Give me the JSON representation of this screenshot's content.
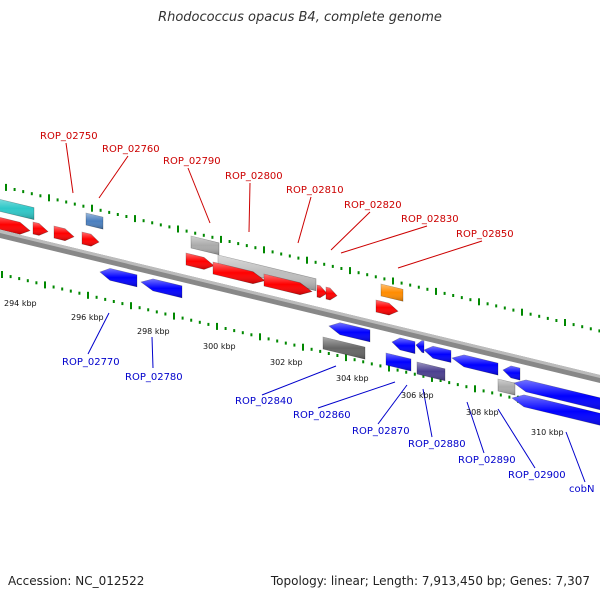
{
  "title": "Rhodococcus opacus B4, complete genome",
  "footer": {
    "accession": "Accession: NC_012522",
    "summary": "Topology: linear; Length: 7,913,450 bp; Genes: 7,307"
  },
  "colors": {
    "forward_label": "#cc0000",
    "reverse_label": "#0000cc",
    "forward_gene": "#ff0000",
    "reverse_gene": "#0000ff",
    "rna_gene": "#aaaaaa",
    "tick": "#008800"
  },
  "scale_labels": [
    "294 kbp",
    "296 kbp",
    "298 kbp",
    "300 kbp",
    "302 kbp",
    "304 kbp",
    "306 kbp",
    "308 kbp",
    "310 kbp"
  ],
  "forward_labels": [
    "ROP_02750",
    "ROP_02760",
    "ROP_02790",
    "ROP_02800",
    "ROP_02810",
    "ROP_02820",
    "ROP_02830",
    "ROP_02850"
  ],
  "reverse_labels": [
    "ROP_02770",
    "ROP_02780",
    "ROP_02840",
    "ROP_02860",
    "ROP_02870",
    "ROP_02880",
    "ROP_02890",
    "ROP_02900",
    "cobN"
  ]
}
